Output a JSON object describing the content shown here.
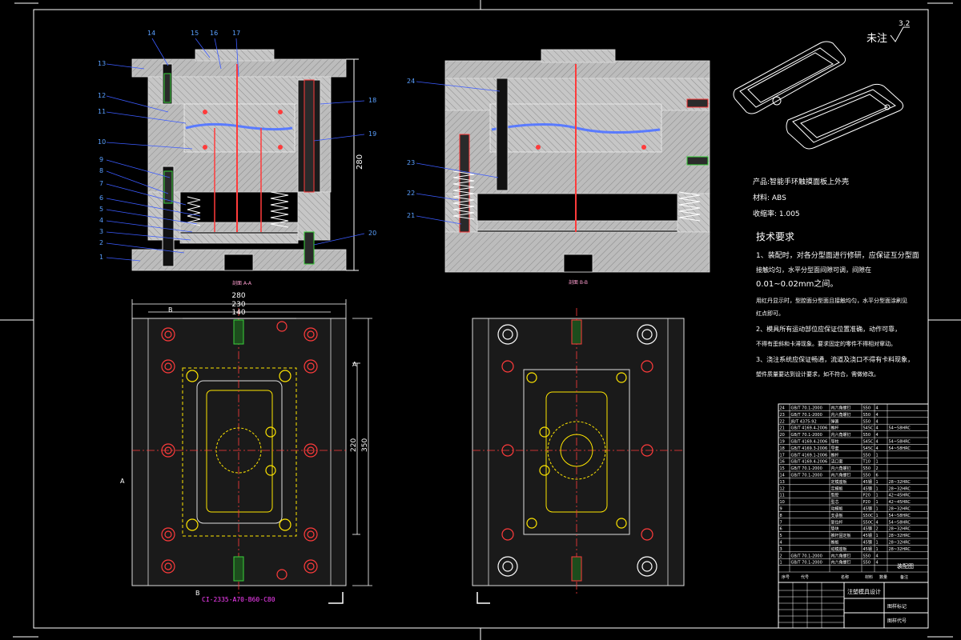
{
  "part_labels": [
    "1",
    "2",
    "3",
    "4",
    "5",
    "6",
    "7",
    "8",
    "9",
    "10",
    "11",
    "12",
    "13",
    "14",
    "15",
    "16",
    "17",
    "18",
    "19",
    "20",
    "21",
    "22",
    "23",
    "24"
  ],
  "section_labels": {
    "aa": "剖面 A-A",
    "bb": "剖面 B-B"
  },
  "dimensions": {
    "overall_height": "280",
    "width_280": "280",
    "width_230": "230",
    "width_140": "140",
    "height_220": "220",
    "height_350": "350"
  },
  "cut_markers": {
    "a": "A",
    "b": "B"
  },
  "mold_base_code": "CI-2335-A70-B60-C80",
  "roughness": {
    "label": "未注",
    "value": "3.2"
  },
  "product_info": {
    "product": "产品:智能手环触摸面板上外壳",
    "material": "材料: ABS",
    "shrinkage": "收缩率: 1.005"
  },
  "tech_requirements": {
    "title": "技术要求",
    "line1a": "1、装配时，对各分型面进行修研，应保证互分型面",
    "line1b": "接触均匀，水平分型面间隙可调，间隙在",
    "line1c": "0.01~0.02mm之间。",
    "line1d": "用红丹显示时，型腔面分型面且接触均匀，水平分型面涂刷见",
    "line1e": "红点即可。",
    "line2a": "2、模具所有运动部位应保证位置准确，动作可靠，",
    "line2b": "不得有歪斜和卡滞现象。要求固定的零件不得相对窜动。",
    "line3a": "3、浇注系统应保证畅通，流道及浇口不得有卡料现象，",
    "line3b": "塑件质量要达到设计要求，如不符合，需做修改。"
  },
  "bom": {
    "rows": [
      [
        "24",
        "GB/T 70.1-2000",
        "内六角螺钉",
        "S50",
        "4",
        ""
      ],
      [
        "23",
        "GB/T 70.1-2000",
        "内六角螺钉",
        "S50",
        "4",
        ""
      ],
      [
        "22",
        "JB/T 4375-92",
        "弹簧",
        "S50",
        "4",
        ""
      ],
      [
        "21",
        "GB/T 4169.4-2006",
        "推杆",
        "S45C",
        "4",
        "54~58HRC"
      ],
      [
        "20",
        "GB/T 70.1-2000",
        "内六角螺钉",
        "S50",
        "4",
        ""
      ],
      [
        "19",
        "GB/T 4169.4-2006",
        "导柱",
        "S45C",
        "4",
        "54~58HRC"
      ],
      [
        "18",
        "GB/T 4169.3-2006",
        "导套",
        "S45C",
        "4",
        "54~58HRC"
      ],
      [
        "17",
        "GB/T 4169.1-2006",
        "推杆",
        "S50",
        "1",
        ""
      ],
      [
        "16",
        "GB/T 4169.4-2006",
        "浇口套",
        "T10",
        "1",
        ""
      ],
      [
        "15",
        "GB/T 70.1-2000",
        "内六角螺钉",
        "S50",
        "2",
        ""
      ],
      [
        "14",
        "GB/T 70.1-2000",
        "内六角螺钉",
        "S50",
        "6",
        ""
      ],
      [
        "13",
        "",
        "定模座板",
        "45钢",
        "1",
        "28~32HRC"
      ],
      [
        "12",
        "",
        "定模板",
        "45钢",
        "1",
        "28~32HRC"
      ],
      [
        "11",
        "",
        "型腔",
        "P20",
        "1",
        "42~45HRC"
      ],
      [
        "10",
        "",
        "型芯",
        "P20",
        "1",
        "42~45HRC"
      ],
      [
        "9",
        "",
        "动模板",
        "45钢",
        "1",
        "28~32HRC"
      ],
      [
        "8",
        "",
        "支承板",
        "S50C",
        "1",
        "54~58HRC"
      ],
      [
        "7",
        "",
        "复位杆",
        "S50C",
        "4",
        "54~58HRC"
      ],
      [
        "6",
        "",
        "垫块",
        "45钢",
        "2",
        "28~32HRC"
      ],
      [
        "5",
        "",
        "推杆固定板",
        "45钢",
        "1",
        "28~32HRC"
      ],
      [
        "4",
        "",
        "推板",
        "45钢",
        "1",
        "28~32HRC"
      ],
      [
        "3",
        "",
        "动模座板",
        "45钢",
        "1",
        "28~32HRC"
      ],
      [
        "2",
        "GB/T 70.1-2000",
        "内六角螺钉",
        "S50",
        "4",
        ""
      ],
      [
        "1",
        "GB/T 70.1-2000",
        "内六角螺钉",
        "S50",
        "4",
        ""
      ]
    ],
    "header": [
      "序号",
      "代号",
      "名称",
      "材料",
      "数量",
      "备注"
    ],
    "title_block": {
      "name": "注塑模具设计",
      "drawing": "装配图",
      "school": "图样标记",
      "code": "图样代号"
    }
  },
  "colors": {
    "background": "#000000",
    "frame": "#ffffff",
    "body": "#c9c9c9",
    "hatch": "#7a7a7a",
    "leader": "#3b5bff",
    "part_label": "#5aa0ff",
    "dimension": "#ffffff",
    "center": "#ff3b3b",
    "hidden": "#ffe600",
    "green": "#38d13a",
    "magenta": "#ff40ff"
  }
}
